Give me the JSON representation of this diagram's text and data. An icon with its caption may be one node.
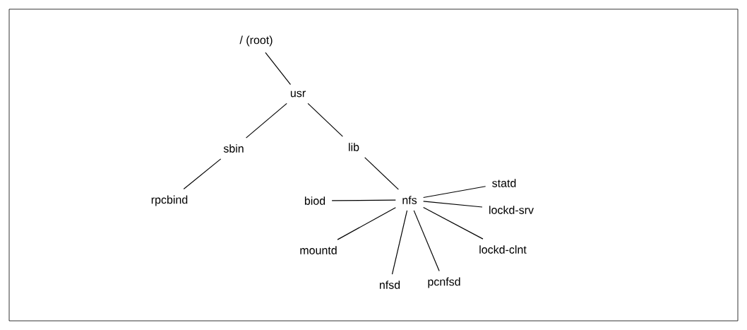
{
  "diagram": {
    "nodes": [
      {
        "text": [
          "/ (root)"
        ]
      },
      {
        "text": [
          "usr"
        ]
      },
      {
        "text": [
          "sbin"
        ]
      },
      {
        "text": [
          "lib"
        ]
      },
      {
        "text": [
          "rpcbind"
        ]
      },
      {
        "text": [
          "biod"
        ]
      },
      {
        "text": [
          "nfs"
        ]
      },
      {
        "text": [
          "statd"
        ]
      },
      {
        "text": [
          "lockd-srv"
        ]
      },
      {
        "text": [
          "mountd"
        ]
      },
      {
        "text": [
          "lockd-clnt"
        ]
      },
      {
        "text": [
          "nfsd"
        ]
      },
      {
        "text": [
          "pcnfsd"
        ]
      }
    ],
    "edges": [
      {
        "from": 0,
        "to": 1,
        "arrow": "none"
      },
      {
        "from": 1,
        "to": 2,
        "arrow": "none"
      },
      {
        "from": 1,
        "to": 3,
        "arrow": "none"
      },
      {
        "from": 2,
        "to": 4,
        "arrow": "none"
      },
      {
        "from": 3,
        "to": 6,
        "arrow": "none"
      },
      {
        "from": 6,
        "to": 5,
        "arrow": "none"
      },
      {
        "from": 6,
        "to": 7,
        "arrow": "none"
      },
      {
        "from": 6,
        "to": 8,
        "arrow": "none"
      },
      {
        "from": 6,
        "to": 10,
        "arrow": "none"
      },
      {
        "from": 6,
        "to": 12,
        "arrow": "none"
      },
      {
        "from": 6,
        "to": 11,
        "arrow": "none"
      },
      {
        "from": 6,
        "to": 9,
        "arrow": "none"
      }
    ]
  }
}
